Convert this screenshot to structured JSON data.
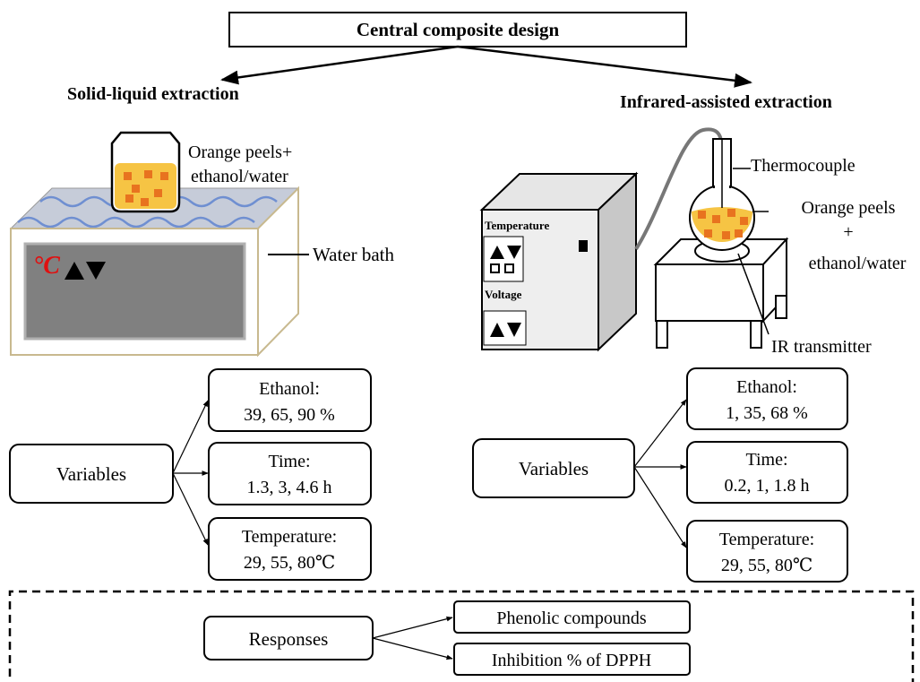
{
  "title": "Central composite design",
  "left": {
    "heading": "Solid-liquid extraction",
    "sample_label_line1": "Orange peels+",
    "sample_label_line2": "ethanol/water",
    "bath_label": "Water bath",
    "display_unit": "°C",
    "variables_label": "Variables",
    "variables": [
      {
        "name": "Ethanol:",
        "levels": "39, 65, 90 %"
      },
      {
        "name": "Time:",
        "levels": "1.3, 3, 4.6 h"
      },
      {
        "name": "Temperature:",
        "levels": "29, 55, 80℃"
      }
    ]
  },
  "right": {
    "heading": "Infrared-assisted extraction",
    "panel_temperature": "Temperature",
    "panel_voltage": "Voltage",
    "thermocouple_label": "Thermocouple",
    "sample_label_line1": "Orange peels",
    "sample_label_line2": "+",
    "sample_label_line3": "ethanol/water",
    "ir_label": "IR transmitter",
    "variables_label": "Variables",
    "variables": [
      {
        "name": "Ethanol:",
        "levels": "1, 35, 68 %"
      },
      {
        "name": "Time:",
        "levels": "0.2, 1, 1.8 h"
      },
      {
        "name": "Temperature:",
        "levels": "29, 55, 80℃"
      }
    ]
  },
  "responses": {
    "label": "Responses",
    "items": [
      "Phenolic compounds",
      "Inhibition % of DPPH"
    ]
  },
  "colors": {
    "sample_fill": "#f6c444",
    "sample_pieces": "#e8731f",
    "water": "#6f8fd1",
    "display": "#808080",
    "degree_red": "#e01010"
  }
}
